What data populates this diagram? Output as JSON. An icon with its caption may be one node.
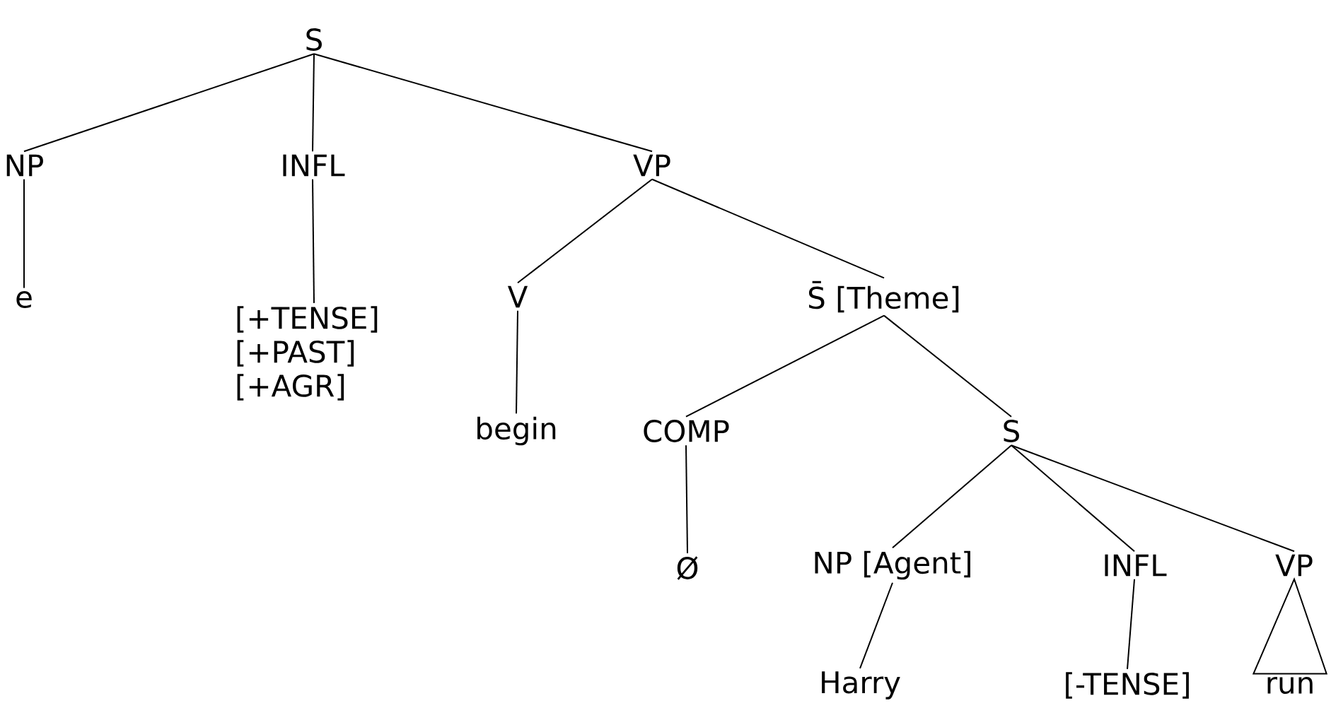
{
  "diagram": {
    "nodes": [
      {
        "text": [
          "S"
        ]
      },
      {
        "text": [
          "NP"
        ]
      },
      {
        "text": [
          "INFL"
        ]
      },
      {
        "text": [
          "VP"
        ]
      },
      {
        "text": [
          "e"
        ]
      },
      {
        "text": [
          "[+TENSE] [+PAST] [+AGR]"
        ]
      },
      {
        "text": [
          "V"
        ]
      },
      {
        "text": [
          "S̄ [Theme]"
        ]
      },
      {
        "text": [
          "begin"
        ]
      },
      {
        "text": [
          "COMP"
        ]
      },
      {
        "text": [
          "S"
        ]
      },
      {
        "text": [
          "Ø"
        ]
      },
      {
        "text": [
          "NP [Agent]"
        ]
      },
      {
        "text": [
          "INFL"
        ]
      },
      {
        "text": [
          "VP"
        ]
      },
      {
        "text": [
          "Harry"
        ]
      },
      {
        "text": [
          "[-TENSE]"
        ]
      },
      {
        "text": [
          "run"
        ]
      }
    ],
    "edges": [
      {
        "from": 0,
        "to": 1,
        "arrow": "none"
      },
      {
        "from": 0,
        "to": 2,
        "arrow": "none"
      },
      {
        "from": 0,
        "to": 3,
        "arrow": "none"
      },
      {
        "from": 1,
        "to": 4,
        "arrow": "none"
      },
      {
        "from": 2,
        "to": 5,
        "arrow": "none"
      },
      {
        "from": 3,
        "to": 6,
        "arrow": "none"
      },
      {
        "from": 3,
        "to": 7,
        "arrow": "none"
      },
      {
        "from": 6,
        "to": 8,
        "arrow": "none"
      },
      {
        "from": 7,
        "to": 9,
        "arrow": "none"
      },
      {
        "from": 7,
        "to": 10,
        "arrow": "none"
      },
      {
        "from": 9,
        "to": 11,
        "arrow": "none"
      },
      {
        "from": 10,
        "to": 12,
        "arrow": "none"
      },
      {
        "from": 10,
        "to": 13,
        "arrow": "none"
      },
      {
        "from": 10,
        "to": 14,
        "arrow": "none"
      },
      {
        "from": 12,
        "to": 15,
        "arrow": "none"
      },
      {
        "from": 13,
        "to": 16,
        "arrow": "none"
      },
      {
        "from": 14,
        "to": 17,
        "arrow": "none"
      }
    ]
  }
}
